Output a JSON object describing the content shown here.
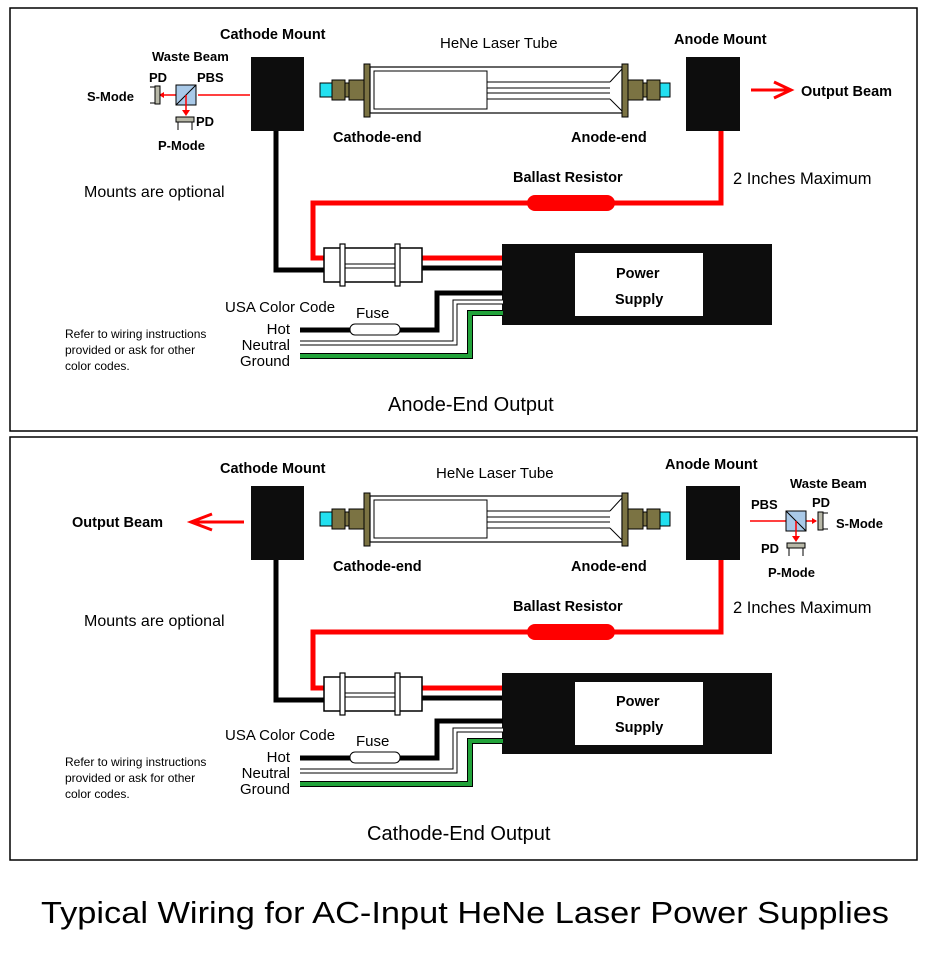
{
  "title": "Typical Wiring for AC-Input HeNe Laser Power Supplies",
  "colors": {
    "wire_hv": "#ff0000",
    "wire_return": "#000000",
    "wire_ground": "#22a33a",
    "mount": "#0d0d0d",
    "tube_fitting": "#7b7343",
    "tube_window": "#22e0f0",
    "pbs_fill": "#a9c9e8",
    "pd_fill": "#b8b8a8",
    "beam": "#ff0000"
  },
  "panels": [
    {
      "id": "anode-end",
      "caption": "Anode-End Output",
      "cathode_mount": "Cathode Mount",
      "anode_mount": "Anode Mount",
      "tube_label": "HeNe Laser Tube",
      "cathode_end": "Cathode-end",
      "anode_end": "Anode-end",
      "output_beam": "Output Beam",
      "output_side": "right",
      "waste_beam": {
        "title": "Waste Beam",
        "side": "left",
        "pd_top": "PD",
        "pbs": "PBS",
        "pd_bottom": "PD",
        "s_mode": "S-Mode",
        "p_mode": "P-Mode"
      },
      "mounts_note": "Mounts are optional",
      "ballast": "Ballast Resistor",
      "max_length": "2 Inches Maximum",
      "power_supply": [
        "Power",
        "Supply"
      ],
      "color_code_title": "USA Color Code",
      "fuse": "Fuse",
      "wires": [
        "Hot",
        "Neutral",
        "Ground"
      ],
      "note": [
        "Refer to wiring instructions",
        "provided or ask for other",
        "color codes."
      ]
    },
    {
      "id": "cathode-end",
      "caption": "Cathode-End Output",
      "cathode_mount": "Cathode Mount",
      "anode_mount": "Anode Mount",
      "tube_label": "HeNe Laser Tube",
      "cathode_end": "Cathode-end",
      "anode_end": "Anode-end",
      "output_beam": "Output Beam",
      "output_side": "left",
      "waste_beam": {
        "title": "Waste Beam",
        "side": "right",
        "pd_top": "PD",
        "pbs": "PBS",
        "pd_bottom": "PD",
        "s_mode": "S-Mode",
        "p_mode": "P-Mode"
      },
      "mounts_note": "Mounts are optional",
      "ballast": "Ballast Resistor",
      "max_length": "2 Inches Maximum",
      "power_supply": [
        "Power",
        "Supply"
      ],
      "color_code_title": "USA Color Code",
      "fuse": "Fuse",
      "wires": [
        "Hot",
        "Neutral",
        "Ground"
      ],
      "note": [
        "Refer to wiring instructions",
        "provided or ask for other",
        "color codes."
      ]
    }
  ]
}
